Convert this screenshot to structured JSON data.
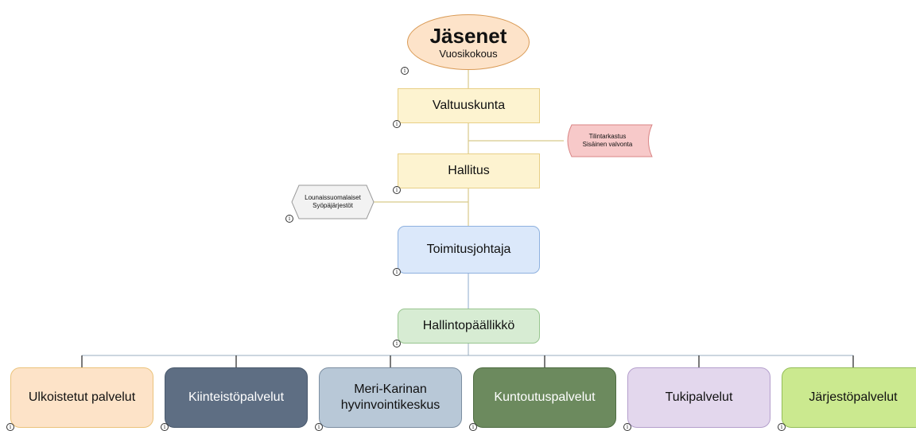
{
  "root": {
    "title": "Jäsenet",
    "subtitle": "Vuosikokous"
  },
  "valtuuskunta": {
    "label": "Valtuuskunta"
  },
  "hallitus": {
    "label": "Hallitus"
  },
  "audit": {
    "line1": "Tilintarkastus",
    "line2": "Sisäinen valvonta"
  },
  "partners": {
    "line1": "Lounaissuomalaiset",
    "line2": "Syöpäjärjestöt"
  },
  "ceo": {
    "label": "Toimitusjohtaja"
  },
  "admin": {
    "label": "Hallintopäällikkö"
  },
  "units": [
    {
      "label": "Ulkoistetut palvelut"
    },
    {
      "label": "Kiinteistöpalvelut"
    },
    {
      "label": "Meri-Karinan hyvinvointikeskus"
    },
    {
      "label": "Kuntoutuspalvelut"
    },
    {
      "label": "Tukipalvelut"
    },
    {
      "label": "Järjestöpalvelut"
    }
  ],
  "info_icon": {
    "glyph": "i",
    "icon": "info-icon"
  },
  "colors": {
    "governance": "#fdf3d0",
    "root": "#fde3c9",
    "ceo": "#dbe8fa",
    "admin": "#d7ecd3",
    "audit": "#f7c9c9",
    "connector": "#d8c98a"
  }
}
